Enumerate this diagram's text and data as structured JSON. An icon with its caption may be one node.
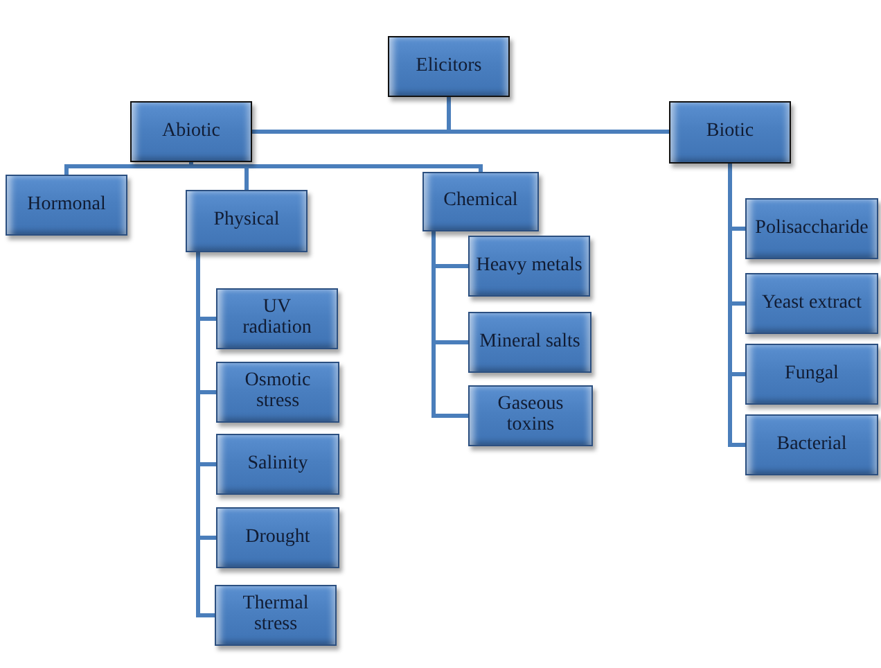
{
  "diagram": {
    "nodes": [
      {
        "text": [
          "Elicitors"
        ]
      },
      {
        "text": [
          "Abiotic"
        ]
      },
      {
        "text": [
          "Biotic"
        ]
      },
      {
        "text": [
          "Hormonal"
        ]
      },
      {
        "text": [
          "Physical"
        ]
      },
      {
        "text": [
          "Chemical"
        ]
      },
      {
        "text": [
          "UV radiation"
        ]
      },
      {
        "text": [
          "Osmotic stress"
        ]
      },
      {
        "text": [
          "Salinity"
        ]
      },
      {
        "text": [
          "Drought"
        ]
      },
      {
        "text": [
          "Thermal stress"
        ]
      },
      {
        "text": [
          "Heavy metals"
        ]
      },
      {
        "text": [
          "Mineral salts"
        ]
      },
      {
        "text": [
          "Gaseous toxins"
        ]
      },
      {
        "text": [
          "Polisaccharide"
        ]
      },
      {
        "text": [
          "Yeast extract"
        ]
      },
      {
        "text": [
          "Fungal"
        ]
      },
      {
        "text": [
          "Bacterial"
        ]
      }
    ],
    "edges": [
      {
        "from": 0,
        "to": 1,
        "arrow": "none"
      },
      {
        "from": 0,
        "to": 2,
        "arrow": "none"
      },
      {
        "from": 1,
        "to": 3,
        "arrow": "none"
      },
      {
        "from": 1,
        "to": 4,
        "arrow": "none"
      },
      {
        "from": 1,
        "to": 5,
        "arrow": "none"
      },
      {
        "from": 4,
        "to": 6,
        "arrow": "none"
      },
      {
        "from": 4,
        "to": 7,
        "arrow": "none"
      },
      {
        "from": 4,
        "to": 8,
        "arrow": "none"
      },
      {
        "from": 4,
        "to": 9,
        "arrow": "none"
      },
      {
        "from": 4,
        "to": 10,
        "arrow": "none"
      },
      {
        "from": 5,
        "to": 11,
        "arrow": "none"
      },
      {
        "from": 5,
        "to": 12,
        "arrow": "none"
      },
      {
        "from": 5,
        "to": 13,
        "arrow": "none"
      },
      {
        "from": 2,
        "to": 14,
        "arrow": "none"
      },
      {
        "from": 2,
        "to": 15,
        "arrow": "none"
      },
      {
        "from": 2,
        "to": 16,
        "arrow": "none"
      },
      {
        "from": 2,
        "to": 17,
        "arrow": "none"
      }
    ]
  }
}
